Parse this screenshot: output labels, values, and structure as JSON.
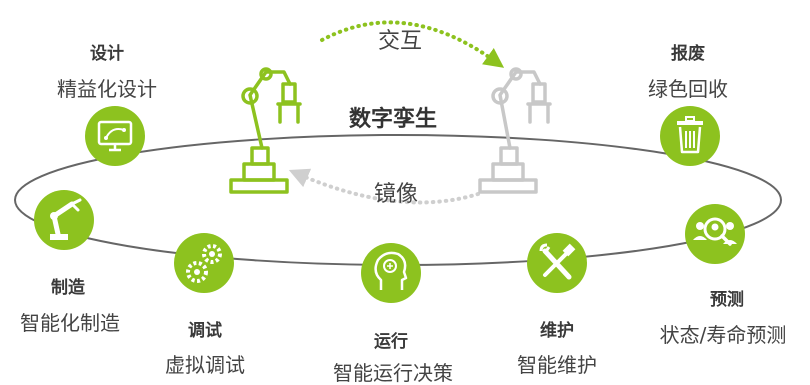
{
  "center": {
    "title": "数字孪生",
    "top_label": "交互",
    "bottom_label": "镜像"
  },
  "stages": {
    "design": {
      "title": "设计",
      "subtitle": "精益化设计",
      "icon": "monitor-design-icon"
    },
    "manufacture": {
      "title": "制造",
      "subtitle": "智能化制造",
      "icon": "robot-arm-icon"
    },
    "debug": {
      "title": "调试",
      "subtitle": "虚拟调试",
      "icon": "gears-icon"
    },
    "operate": {
      "title": "运行",
      "subtitle": "智能运行决策",
      "icon": "ai-head-icon"
    },
    "maintain": {
      "title": "维护",
      "subtitle": "智能维护",
      "icon": "wrench-screwdriver-icon"
    },
    "predict": {
      "title": "预测",
      "subtitle": "状态/寿命预测",
      "icon": "people-search-icon"
    },
    "recycle": {
      "title": "报废",
      "subtitle": "绿色回收",
      "icon": "trash-icon"
    }
  },
  "colors": {
    "accent": "#8dc21f",
    "accent_dark": "#7aad15",
    "ghost": "#c8c8c8",
    "ring": "#666666"
  }
}
